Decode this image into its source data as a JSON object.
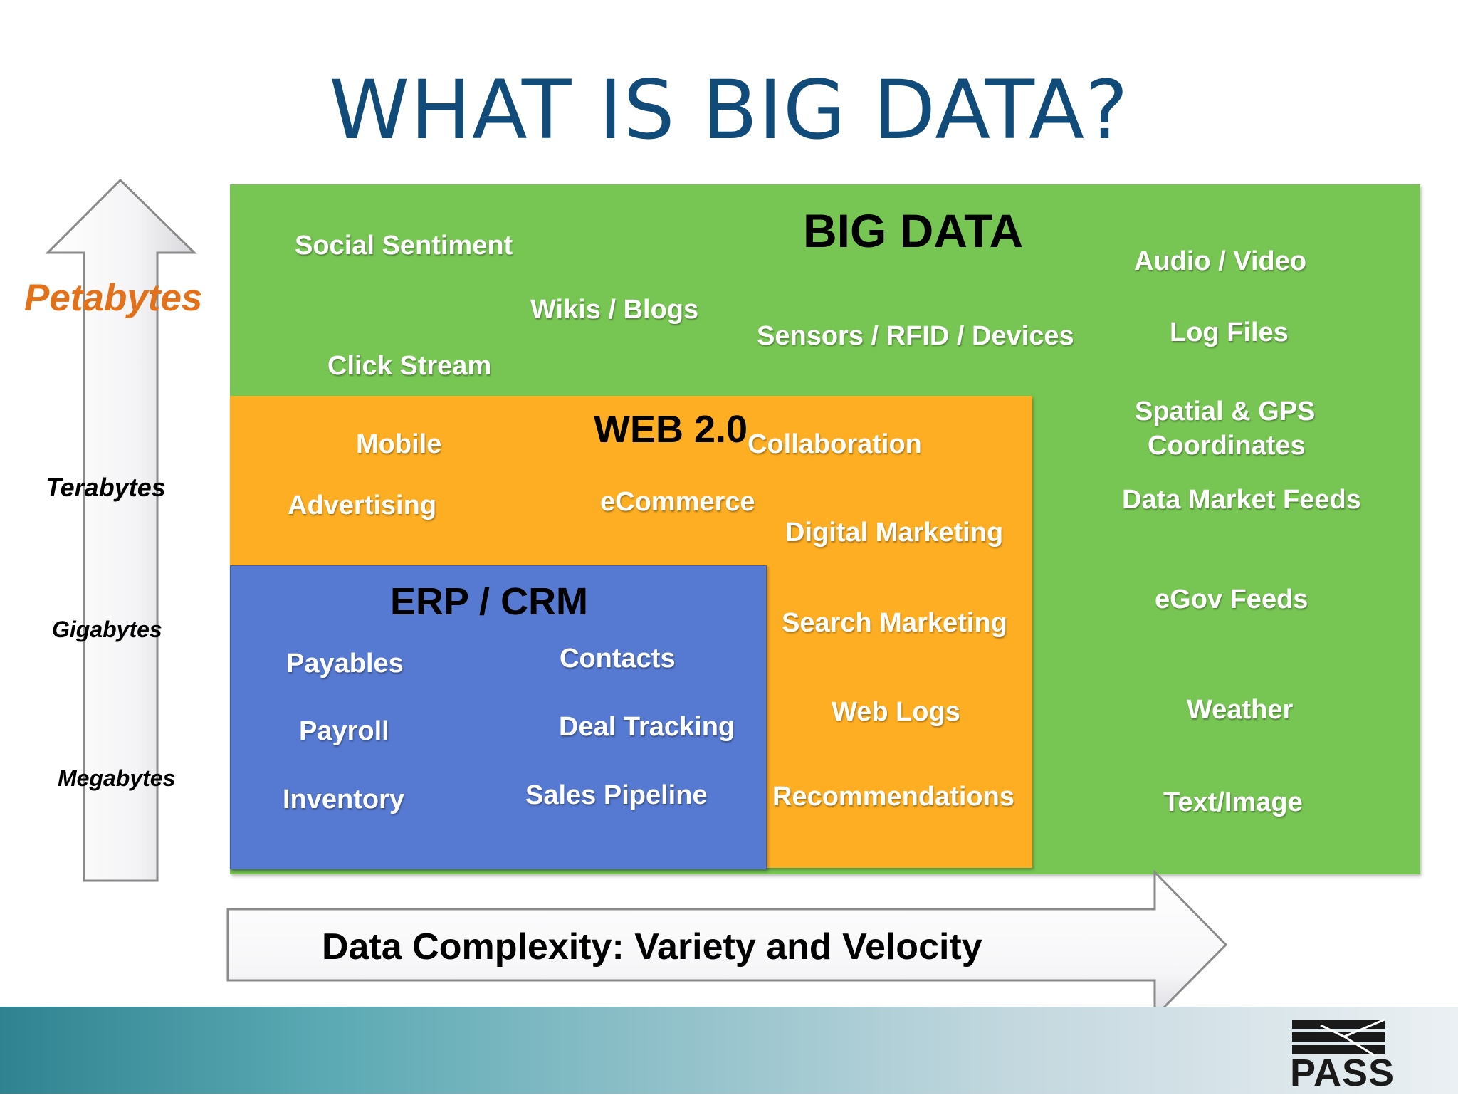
{
  "slide": {
    "title": "WHAT IS BIG DATA?"
  },
  "big_data": {
    "heading": "BIG DATA",
    "items": [
      "Social Sentiment",
      "Wikis / Blogs",
      "Click Stream",
      "Sensors / RFID / Devices",
      "Audio / Video",
      "Log Files",
      "Spatial & GPS",
      "Coordinates",
      "Data Market Feeds",
      "eGov Feeds",
      "Weather",
      "Text/Image"
    ]
  },
  "web20": {
    "heading": "WEB 2.0",
    "items": [
      "Mobile",
      "Collaboration",
      "Advertising",
      "eCommerce",
      "Digital Marketing",
      "Search Marketing",
      "Web Logs",
      "Recommendations"
    ]
  },
  "erp_crm": {
    "heading": "ERP / CRM",
    "items": [
      "Payables",
      "Contacts",
      "Payroll",
      "Deal Tracking",
      "Inventory",
      "Sales Pipeline"
    ]
  },
  "volume_scale": [
    "Petabytes",
    "Terabytes",
    "Gigabytes",
    "Megabytes"
  ],
  "complexity_axis": {
    "label": "Data Complexity: Variety and Velocity"
  },
  "logo": {
    "text": "PASS"
  },
  "colors": {
    "title": "#114b7a",
    "big_data": "#77c653",
    "web20": "#fdae22",
    "erp_crm": "#5679d1",
    "petabytes": "#e3711a"
  }
}
